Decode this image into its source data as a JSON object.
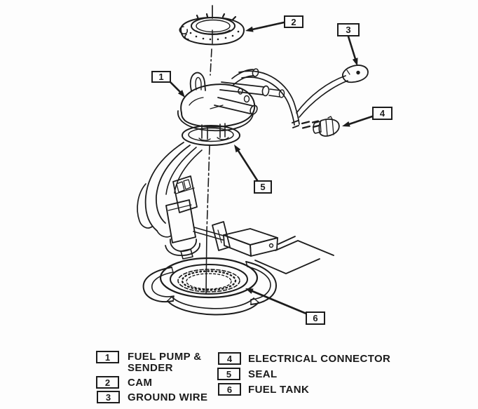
{
  "figure": {
    "background_color": "#fdfdfd",
    "line_color": "#1c1c1c",
    "callouts": [
      {
        "num": "1",
        "label": "FUEL PUMP & SENDER"
      },
      {
        "num": "2",
        "label": "CAM"
      },
      {
        "num": "3",
        "label": "GROUND WIRE"
      },
      {
        "num": "4",
        "label": "ELECTRICAL CONNECTOR"
      },
      {
        "num": "5",
        "label": "SEAL"
      },
      {
        "num": "6",
        "label": "FUEL TANK"
      }
    ],
    "legend": {
      "items": [
        {
          "num": "1",
          "label": "FUEL PUMP & SENDER"
        },
        {
          "num": "2",
          "label": "CAM"
        },
        {
          "num": "3",
          "label": "GROUND WIRE"
        },
        {
          "num": "4",
          "label": "ELECTRICAL CONNECTOR"
        },
        {
          "num": "5",
          "label": "SEAL"
        },
        {
          "num": "6",
          "label": "FUEL TANK"
        }
      ]
    }
  }
}
